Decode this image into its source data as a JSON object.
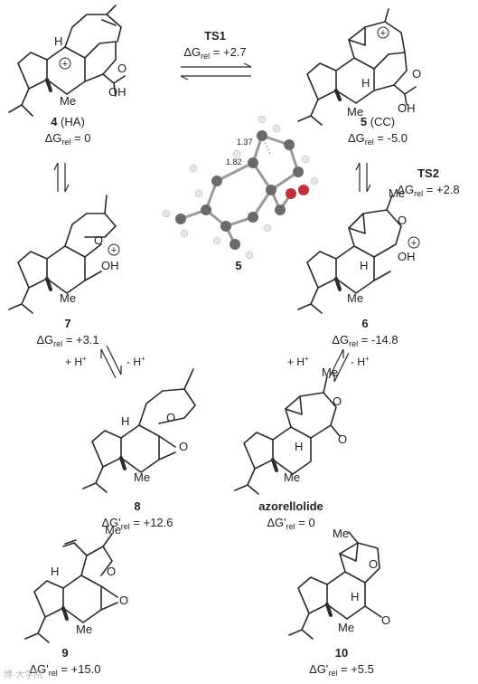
{
  "ts1": {
    "name": "TS1",
    "energy": "+2.7"
  },
  "ts2": {
    "name": "TS2",
    "energy": "+2.8"
  },
  "dg_rel_prefix": "ΔG",
  "dg_rel_sub": "rel",
  "dgp_rel_prefix": "ΔG'",
  "compounds": {
    "c4": {
      "number": "4",
      "tag": " (HA)",
      "energy": "0"
    },
    "c5": {
      "number": "5",
      "tag": " (CC)",
      "energy": "-5.0"
    },
    "c7": {
      "number": "7",
      "energy": "+3.1"
    },
    "c6": {
      "number": "6",
      "energy": "-14.8"
    },
    "c8": {
      "number": "8",
      "energy": "+12.6"
    },
    "azor": {
      "name": "azorellolide",
      "energy": "0"
    },
    "c9": {
      "number": "9",
      "energy": "+15.0"
    },
    "c10": {
      "number": "10",
      "energy": "+5.5"
    },
    "model3d": {
      "number": "5",
      "dist1": "1.37",
      "dist2": "1.82"
    }
  },
  "atoms": {
    "H": "H",
    "Me": "Me",
    "OH": "OH",
    "O": "O",
    "plus": "+"
  },
  "proton_left": {
    "plus": "+ H",
    "minus": "- H"
  },
  "proton_right": {
    "plus": "+ H",
    "minus": "- H"
  },
  "watermark": "博·大学院"
}
